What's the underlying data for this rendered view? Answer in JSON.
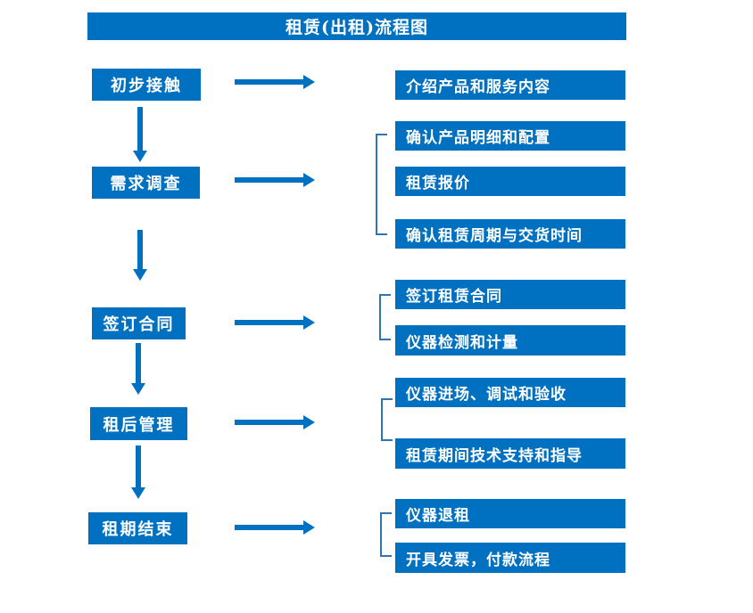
{
  "title": "租赁(出租)流程图",
  "colors": {
    "primary": "#0070C0",
    "connector": "#2E75B6",
    "box_text": "#FFFFFF",
    "background": "#FFFFFF"
  },
  "steps": [
    {
      "label": "初步接触",
      "outputs": [
        "介绍产品和服务内容"
      ]
    },
    {
      "label": "需求调查",
      "outputs": [
        "确认产品明细和配置",
        "租赁报价",
        "确认租赁周期与交货时间"
      ]
    },
    {
      "label": "签订合同",
      "outputs": [
        "签订租赁合同",
        "仪器检测和计量"
      ]
    },
    {
      "label": "租后管理",
      "outputs": [
        "仪器进场、调试和验收",
        "租赁期间技术支持和指导"
      ]
    },
    {
      "label": "租期结束",
      "outputs": [
        "仪器退租",
        "开具发票，付款流程"
      ]
    }
  ]
}
